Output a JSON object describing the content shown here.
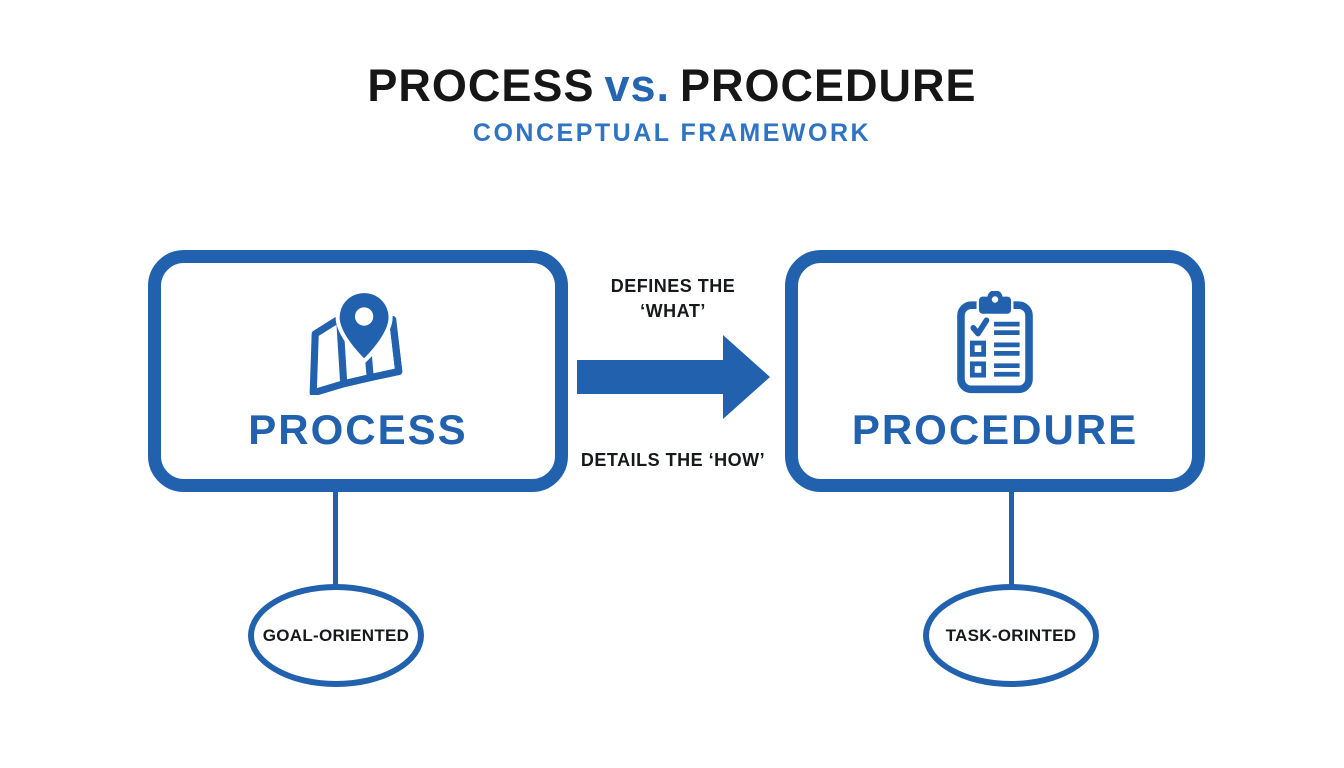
{
  "header": {
    "title_left": "PROCESS",
    "title_vs": "vs.",
    "title_right": "PROCEDURE",
    "subtitle": "CONCEPTUAL FRAMEWORK"
  },
  "process": {
    "label": "PROCESS",
    "icon": "map-location-pin-icon",
    "trait": "GOAL-ORIENTED"
  },
  "procedure": {
    "label": "PROCEDURE",
    "icon": "clipboard-checklist-icon",
    "trait": "TASK-ORINTED"
  },
  "relationship": {
    "top_label_line1": "DEFINES THE",
    "top_label_line2": "‘WHAT’",
    "bottom_label": "DETAILS THE ‘HOW’"
  },
  "colors": {
    "primary_blue": "#2261ae",
    "vs_blue": "#2565b2",
    "subtitle_blue": "#2f73c3",
    "text_black": "#161616",
    "background": "#ffffff"
  }
}
